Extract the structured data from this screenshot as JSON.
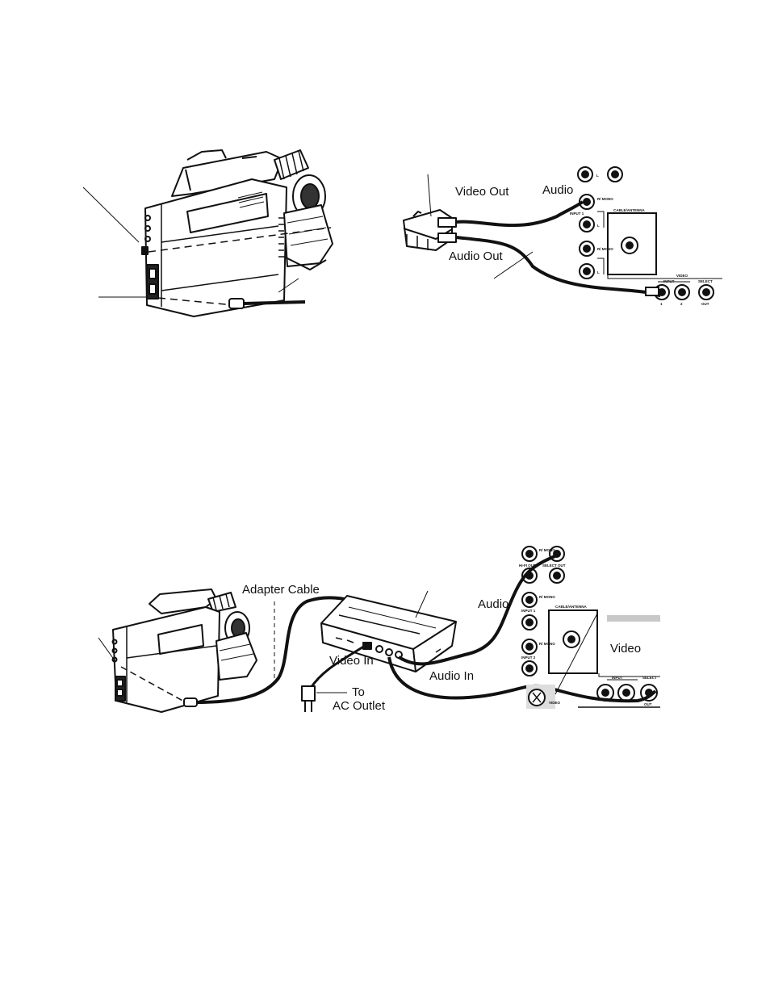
{
  "diagram_top": {
    "labels": {
      "video_out": "Video Out",
      "audio": "Audio",
      "audio_out": "Audio Out"
    },
    "panel_text": {
      "l_top": "L",
      "r_mono_1": "R/ MONO",
      "input_1": "INPUT 1",
      "l_1": "L",
      "r_mono_2": "R/ MONO",
      "l_2": "L",
      "cable_antenna": "CABLE/ANTENNA",
      "video": "VIDEO",
      "input": "INPUT",
      "select": "SELECT",
      "n1": "1",
      "n2": "2",
      "out": "OUT"
    }
  },
  "diagram_bottom": {
    "labels": {
      "adapter_cable": "Adapter Cable",
      "audio": "Audio",
      "video": "Video",
      "video_in": "Video In",
      "audio_in": "Audio In",
      "to": "To",
      "ac_outlet": "AC Outlet"
    },
    "panel_text": {
      "r_mono_a": "R/ MONO",
      "hifi_out": "HI-FI OUT",
      "select_out": "SELECT OUT",
      "r_mono_b": "R/ MONO",
      "input_1": "INPUT 1",
      "cable_antenna": "CABLE/ANTENNA",
      "r_mono_c": "R/ MONO",
      "input_2": "INPUT 2",
      "video_word": "VIDEO",
      "input": "INPUT",
      "select": "SELECT",
      "out": "OUT"
    }
  }
}
